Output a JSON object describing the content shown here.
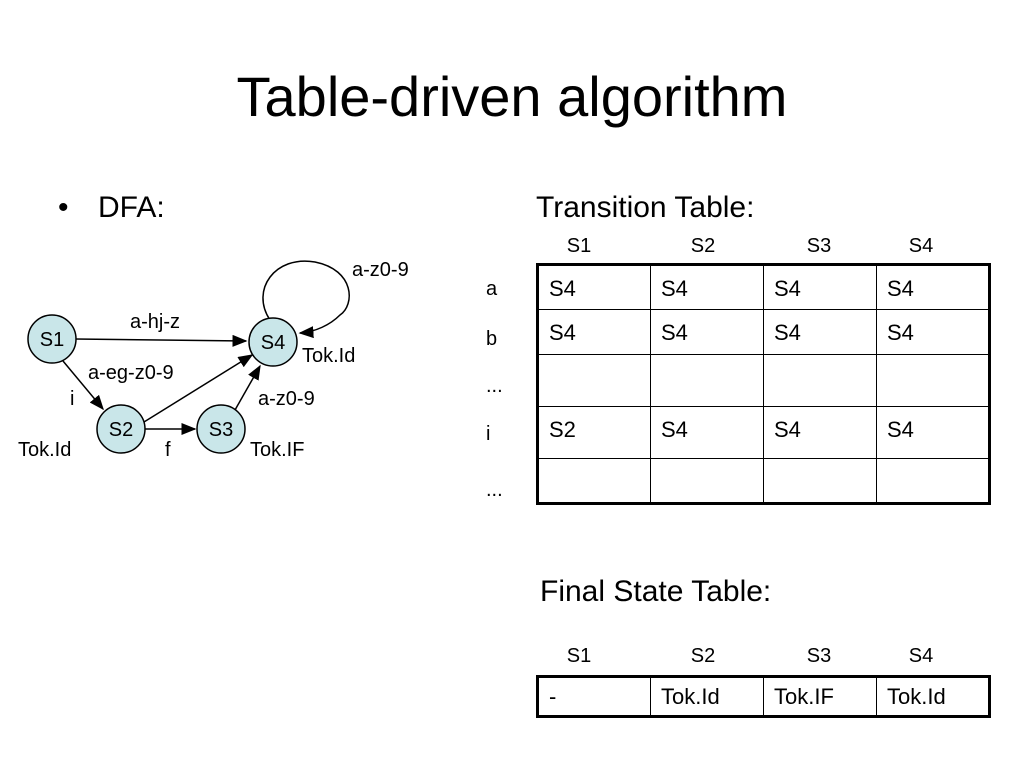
{
  "title": "Table-driven algorithm",
  "bullet": {
    "marker": "•",
    "text": "DFA:"
  },
  "dfa": {
    "states": [
      "S1",
      "S2",
      "S3",
      "S4"
    ],
    "edges": {
      "s1_s4": "a-hj-z",
      "s2_s4": "a-eg-z0-9",
      "s1_s2": "i",
      "s2_s3": "f",
      "s3_s4": "a-z0-9",
      "s4_s4": "a-z0-9"
    },
    "finals": {
      "S2": "Tok.Id",
      "S3": "Tok.IF",
      "S4": "Tok.Id"
    }
  },
  "transition": {
    "heading": "Transition Table:",
    "columns": [
      "S1",
      "S2",
      "S3",
      "S4"
    ],
    "row_labels": [
      "a",
      "b",
      "...",
      "i",
      "..."
    ],
    "rows": [
      [
        "S4",
        "S4",
        "S4",
        "S4"
      ],
      [
        "S4",
        "S4",
        "S4",
        "S4"
      ],
      [
        "",
        "",
        "",
        ""
      ],
      [
        "S2",
        "S4",
        "S4",
        "S4"
      ],
      [
        "",
        "",
        "",
        ""
      ]
    ]
  },
  "final": {
    "heading": "Final State Table:",
    "columns": [
      "S1",
      "S2",
      "S3",
      "S4"
    ],
    "row": [
      "-",
      "Tok.Id",
      "Tok.IF",
      "Tok.Id"
    ]
  },
  "colors": {
    "state_fill": "#c9e6e9",
    "line": "#000000"
  }
}
